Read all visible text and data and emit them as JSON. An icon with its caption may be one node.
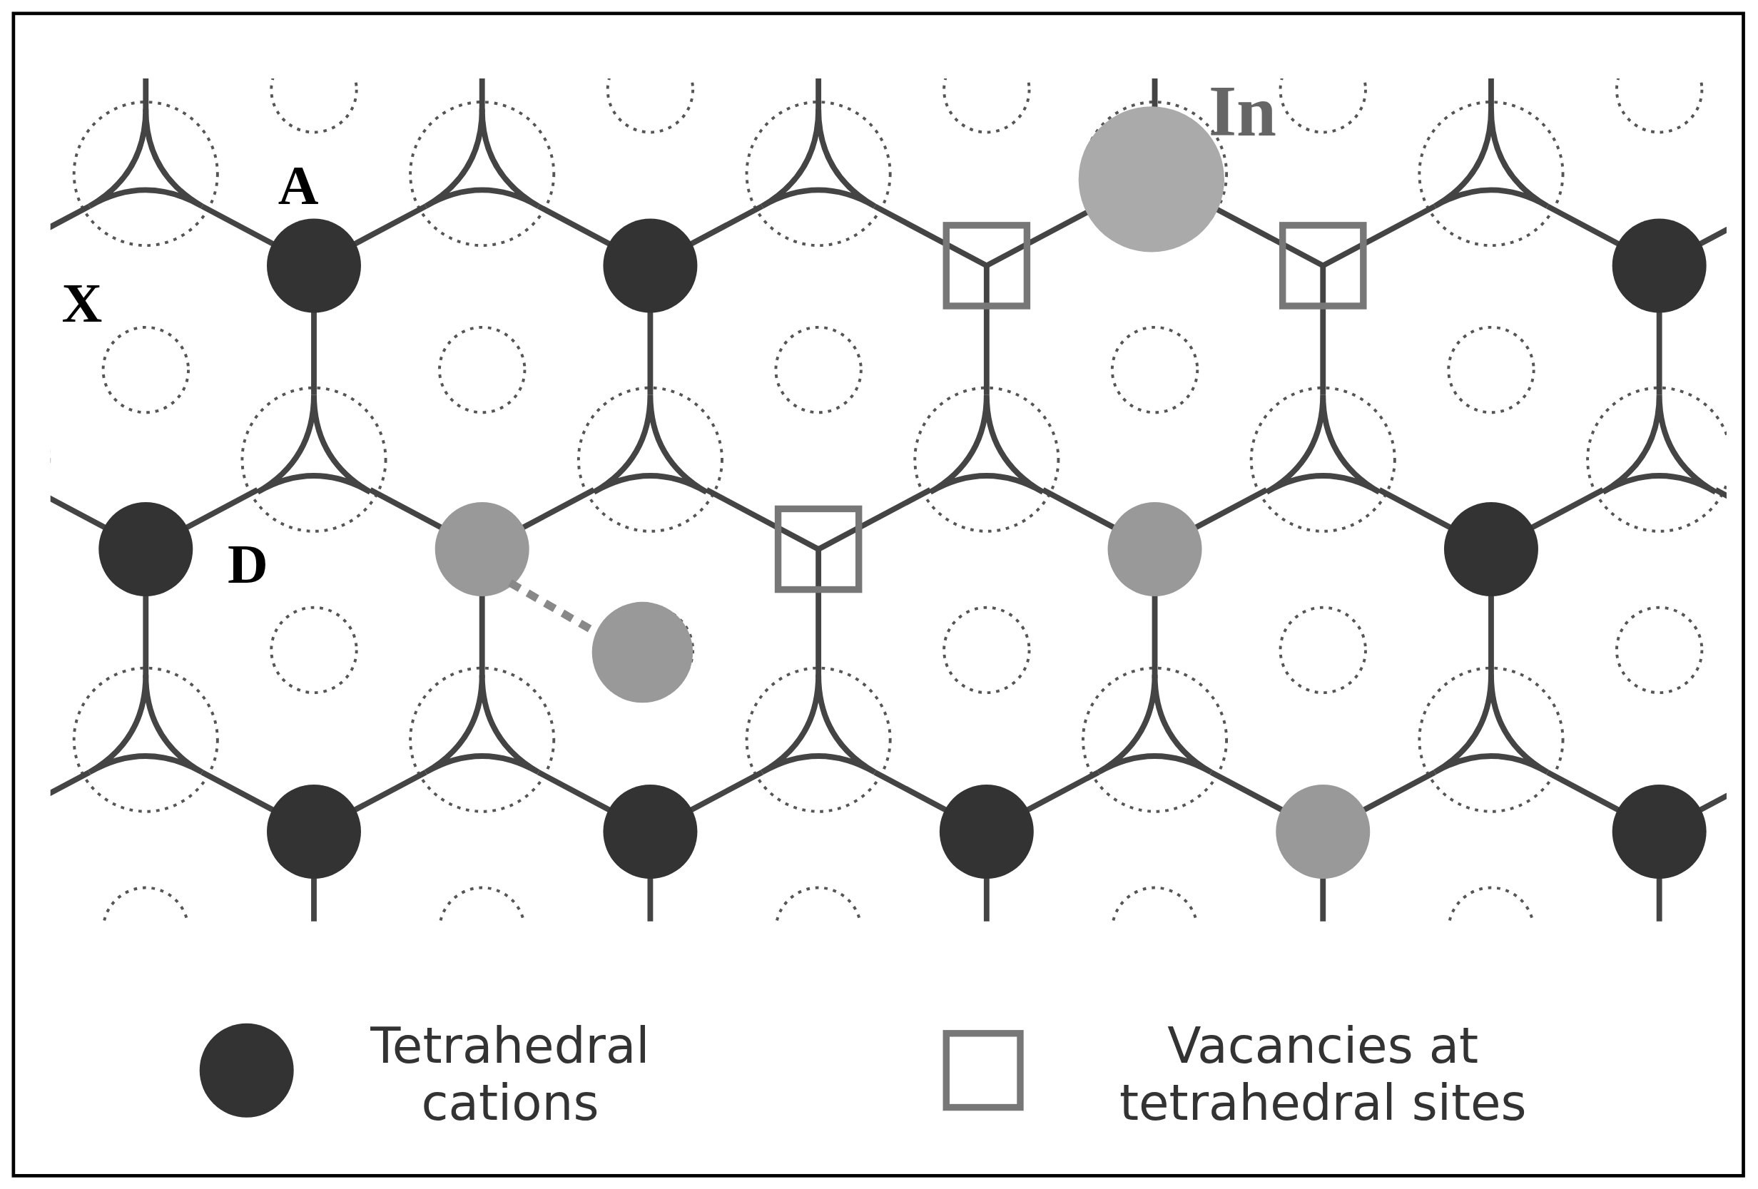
{
  "diagram": {
    "labels": [
      "In",
      "A",
      "X",
      "D"
    ],
    "legend": [
      {
        "text": "Tetrahedral cations",
        "color": "#333333"
      },
      {
        "text": "Vacancies at tetrahedral sites"
      }
    ]
  }
}
